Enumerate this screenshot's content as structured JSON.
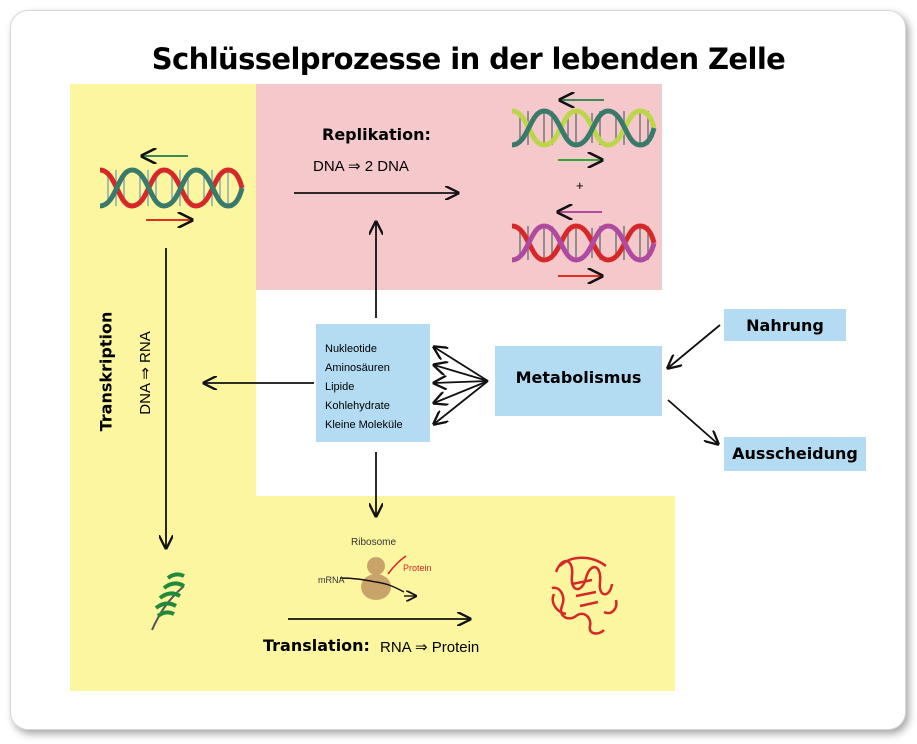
{
  "title": "Schlüsselprozesse in der lebenden Zelle",
  "replication": {
    "label": "Replikation:",
    "equation": "DNA ⇒ 2 DNA",
    "plus": "+"
  },
  "transcription": {
    "label": "Transkription",
    "equation": "DNA ⇒ RNA"
  },
  "translation": {
    "label": "Translation:",
    "equation": "RNA ⇒ Protein"
  },
  "ribosome_diagram": {
    "ribosome": "Ribosome",
    "protein": "Protein",
    "mrna": "mRNA"
  },
  "molecules": [
    "Nukleotide",
    "Aminosäuren",
    "Lipide",
    "Kohlehydrate",
    "Kleine Moleküle"
  ],
  "metabolism": "Metabolismus",
  "food": "Nahrung",
  "excretion": "Ausscheidung",
  "colors": {
    "yellow": "#fdf6a0",
    "pink": "#f5c9cc",
    "blue_box": "#b3dcf3"
  }
}
